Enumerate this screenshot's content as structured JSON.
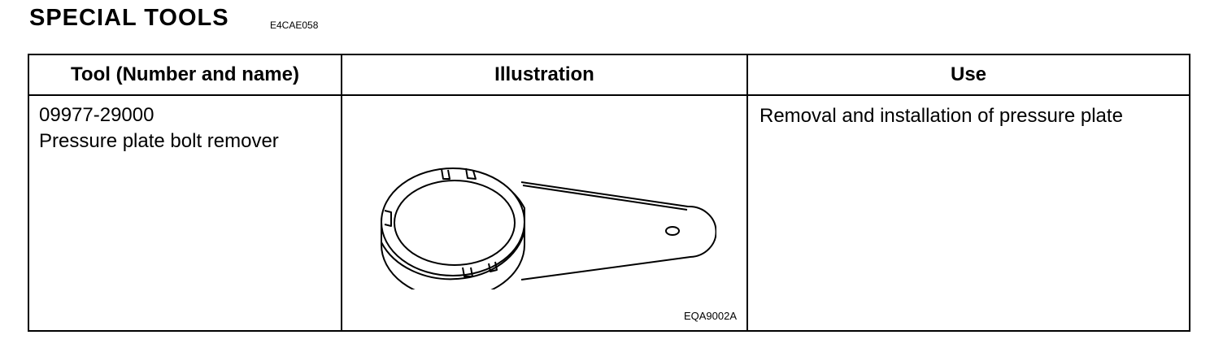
{
  "header": {
    "title": "SPECIAL TOOLS",
    "code": "E4CAE058"
  },
  "table": {
    "columns": [
      "Tool (Number and name)",
      "Illustration",
      "Use"
    ],
    "rows": [
      {
        "tool_number": "09977-29000",
        "tool_name": "Pressure plate bolt remover",
        "illustration_icon": "wrench-illustration",
        "illustration_code": "EQA9002A",
        "use": "Removal and installation of pressure plate"
      }
    ]
  }
}
